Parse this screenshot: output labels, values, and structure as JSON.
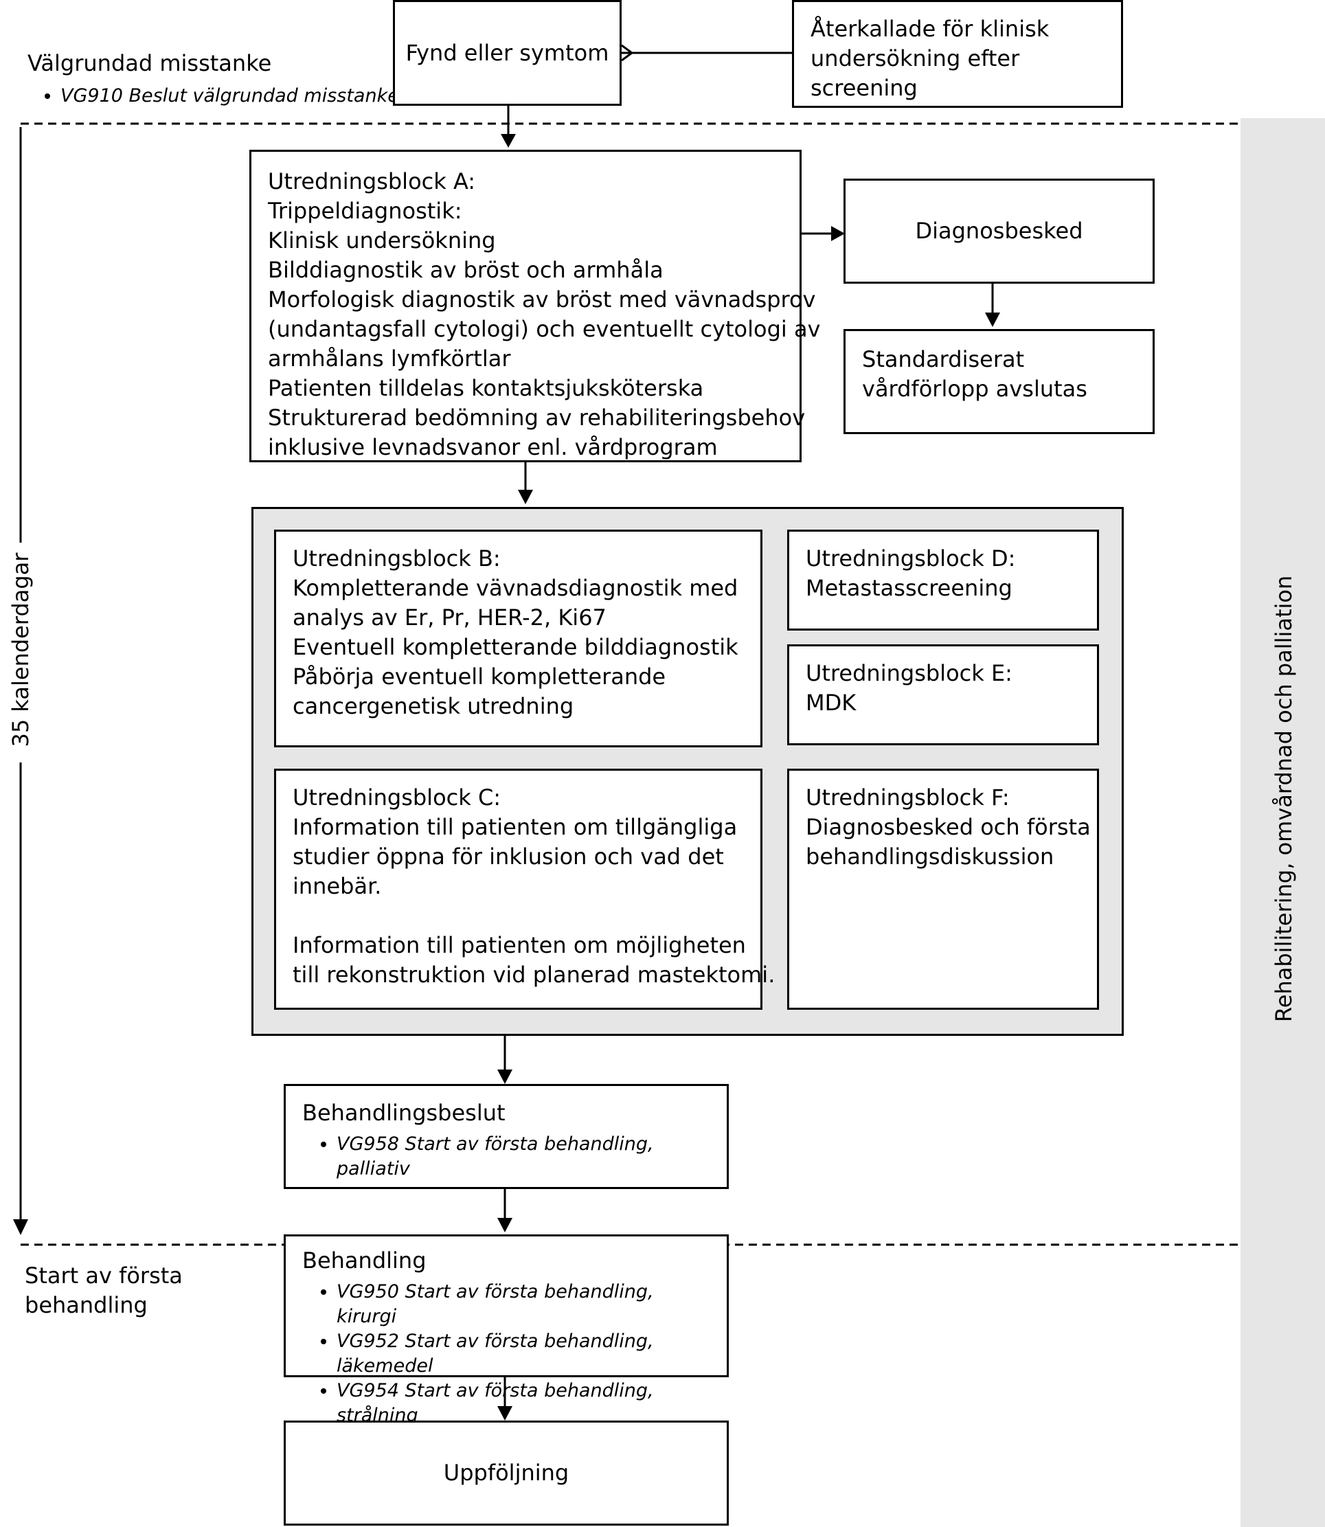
{
  "labels": {
    "suspicion": "Välgrundad misstanke",
    "suspicion_code": "VG910 Beslut välgrundad misstanke",
    "days": "35 kalenderdagar",
    "start_treatment": [
      "Start av första",
      "behandling"
    ],
    "side_band": "Rehabilitering, omvårdnad och palliation"
  },
  "boxes": {
    "symptoms": "Fynd eller symtom",
    "recalled": [
      "Återkallade för klinisk",
      "undersökning efter",
      "screening"
    ],
    "block_a": [
      "Utredningsblock A:",
      "Trippeldiagnostik:",
      "Klinisk undersökning",
      "Bilddiagnostik av bröst och armhåla",
      "Morfologisk diagnostik av bröst med vävnadsprov",
      "(undantagsfall cytologi) och eventuellt cytologi av",
      "armhålans lymfkörtlar",
      "Patienten tilldelas kontaktsjuksköterska",
      "Strukturerad bedömning av rehabiliteringsbehov",
      "inklusive levnadsvanor enl. vårdprogram"
    ],
    "diagnosis": "Diagnosbesked",
    "ended": [
      "Standardiserat",
      "vårdförlopp avslutas"
    ],
    "block_b": [
      "Utredningsblock B:",
      "Kompletterande vävnadsdiagnostik med",
      "analys av Er, Pr, HER-2, Ki67",
      "Eventuell kompletterande bilddiagnostik",
      "Påbörja eventuell kompletterande",
      "cancergenetisk utredning"
    ],
    "block_c": [
      "Utredningsblock  C:",
      "Information till patienten om tillgängliga",
      "studier öppna för inklusion och vad det",
      "innebär.",
      "",
      "Information till patienten om möjligheten",
      "till rekonstruktion vid planerad mastektomi."
    ],
    "block_d": [
      "Utredningsblock D:",
      "Metastasscreening"
    ],
    "block_e": [
      "Utredningsblock E:",
      "MDK"
    ],
    "block_f": [
      "Utredningsblock F:",
      "Diagnosbesked och första",
      "behandlingsdiskussion"
    ],
    "decision": {
      "title": "Behandlingsbeslut",
      "items": [
        "VG958 Start av första behandling, palliativ"
      ]
    },
    "treatment": {
      "title": "Behandling",
      "items": [
        "VG950 Start av första behandling, kirurgi",
        "VG952 Start av första behandling, läkemedel",
        "VG954 Start av första behandling, strålning"
      ]
    },
    "followup": "Uppföljning"
  }
}
